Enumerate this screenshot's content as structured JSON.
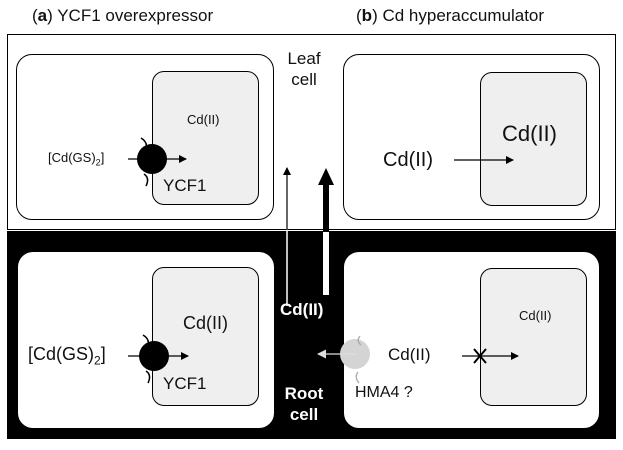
{
  "titles": {
    "a_letter": "a",
    "a_text": "YCF1 overexpressor",
    "b_letter": "b",
    "b_text": "Cd hyperaccumulator"
  },
  "leaf": {
    "label_line1": "Leaf",
    "label_line2": "cell",
    "a_vacuole_label": "Cd(II)",
    "a_substrate_main": "[Cd(GS)",
    "a_substrate_sub": "2",
    "a_substrate_end": "]",
    "a_transporter": "YCF1",
    "b_vacuole_label": "Cd(II)",
    "b_cytosol_label": "Cd(II)"
  },
  "root": {
    "label_line1": "Root",
    "label_line2": "cell",
    "xylem_label": "Cd(II)",
    "a_vacuole_label": "Cd(II)",
    "a_substrate_main": "[Cd(GS)",
    "a_substrate_sub": "2",
    "a_substrate_end": "]",
    "a_transporter": "YCF1",
    "b_vacuole_label": "Cd(II)",
    "b_cytosol_label": "Cd(II)",
    "b_pump": "HMA4 ?"
  }
}
